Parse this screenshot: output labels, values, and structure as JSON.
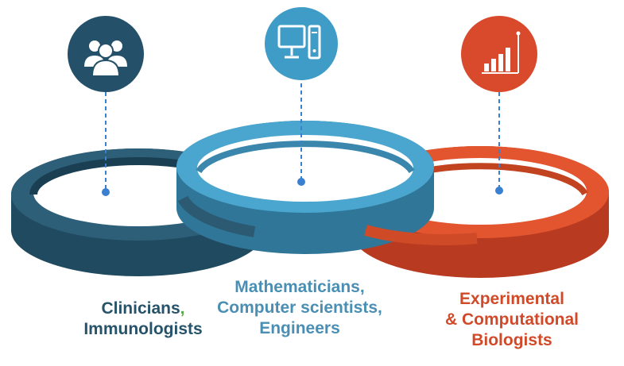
{
  "colors": {
    "dark_teal": "#26536a",
    "light_blue": "#4aa6cf",
    "orange": "#d9492b",
    "connector": "#3b7fd0",
    "green_comma": "#5aa84a"
  },
  "groups": [
    {
      "id": "clinicians",
      "icon": "people-icon",
      "line1": "Clinicians",
      "line1_suffix": ",",
      "line2": "Immunologists",
      "line3": ""
    },
    {
      "id": "mathematicians",
      "icon": "computer-icon",
      "line1": "Mathematicians,",
      "line2": "Computer scientists,",
      "line3": "Engineers"
    },
    {
      "id": "biologists",
      "icon": "bar-chart-icon",
      "line1": "Experimental",
      "line2": "& Computational",
      "line3": "Biologists"
    }
  ]
}
